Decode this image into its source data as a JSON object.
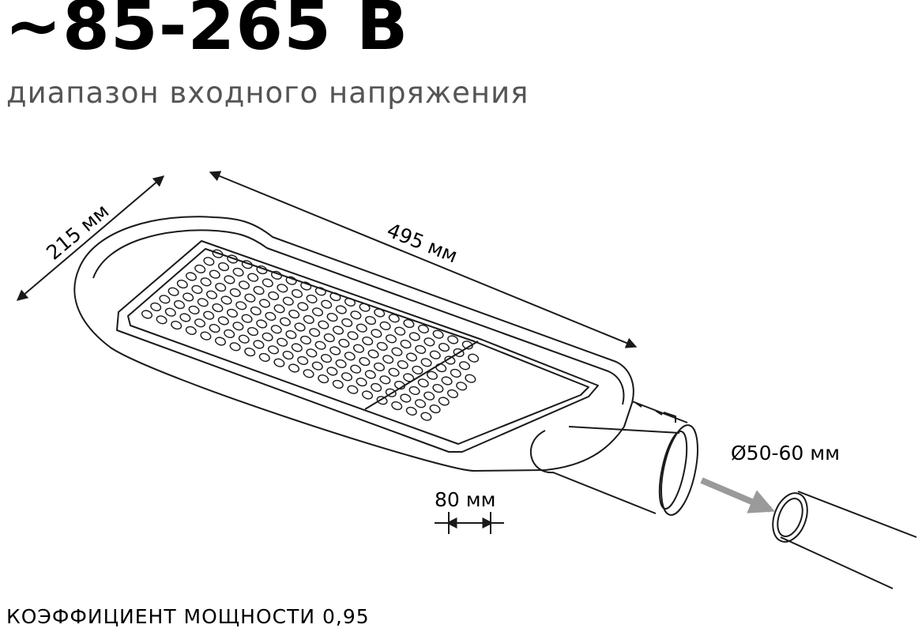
{
  "headline": "~85-265 В",
  "subtitle": "диапазон входного напряжения",
  "dimensions": {
    "width": "215 мм",
    "length": "495 мм",
    "pipe_diameter": "Ø50-60 мм",
    "mount_size": "80 мм"
  },
  "footer": "КОЭФФИЦИЕНТ МОЩНОСТИ 0,95",
  "colors": {
    "outline": "#1a1a1a",
    "arrow": "#9a9a9a"
  }
}
